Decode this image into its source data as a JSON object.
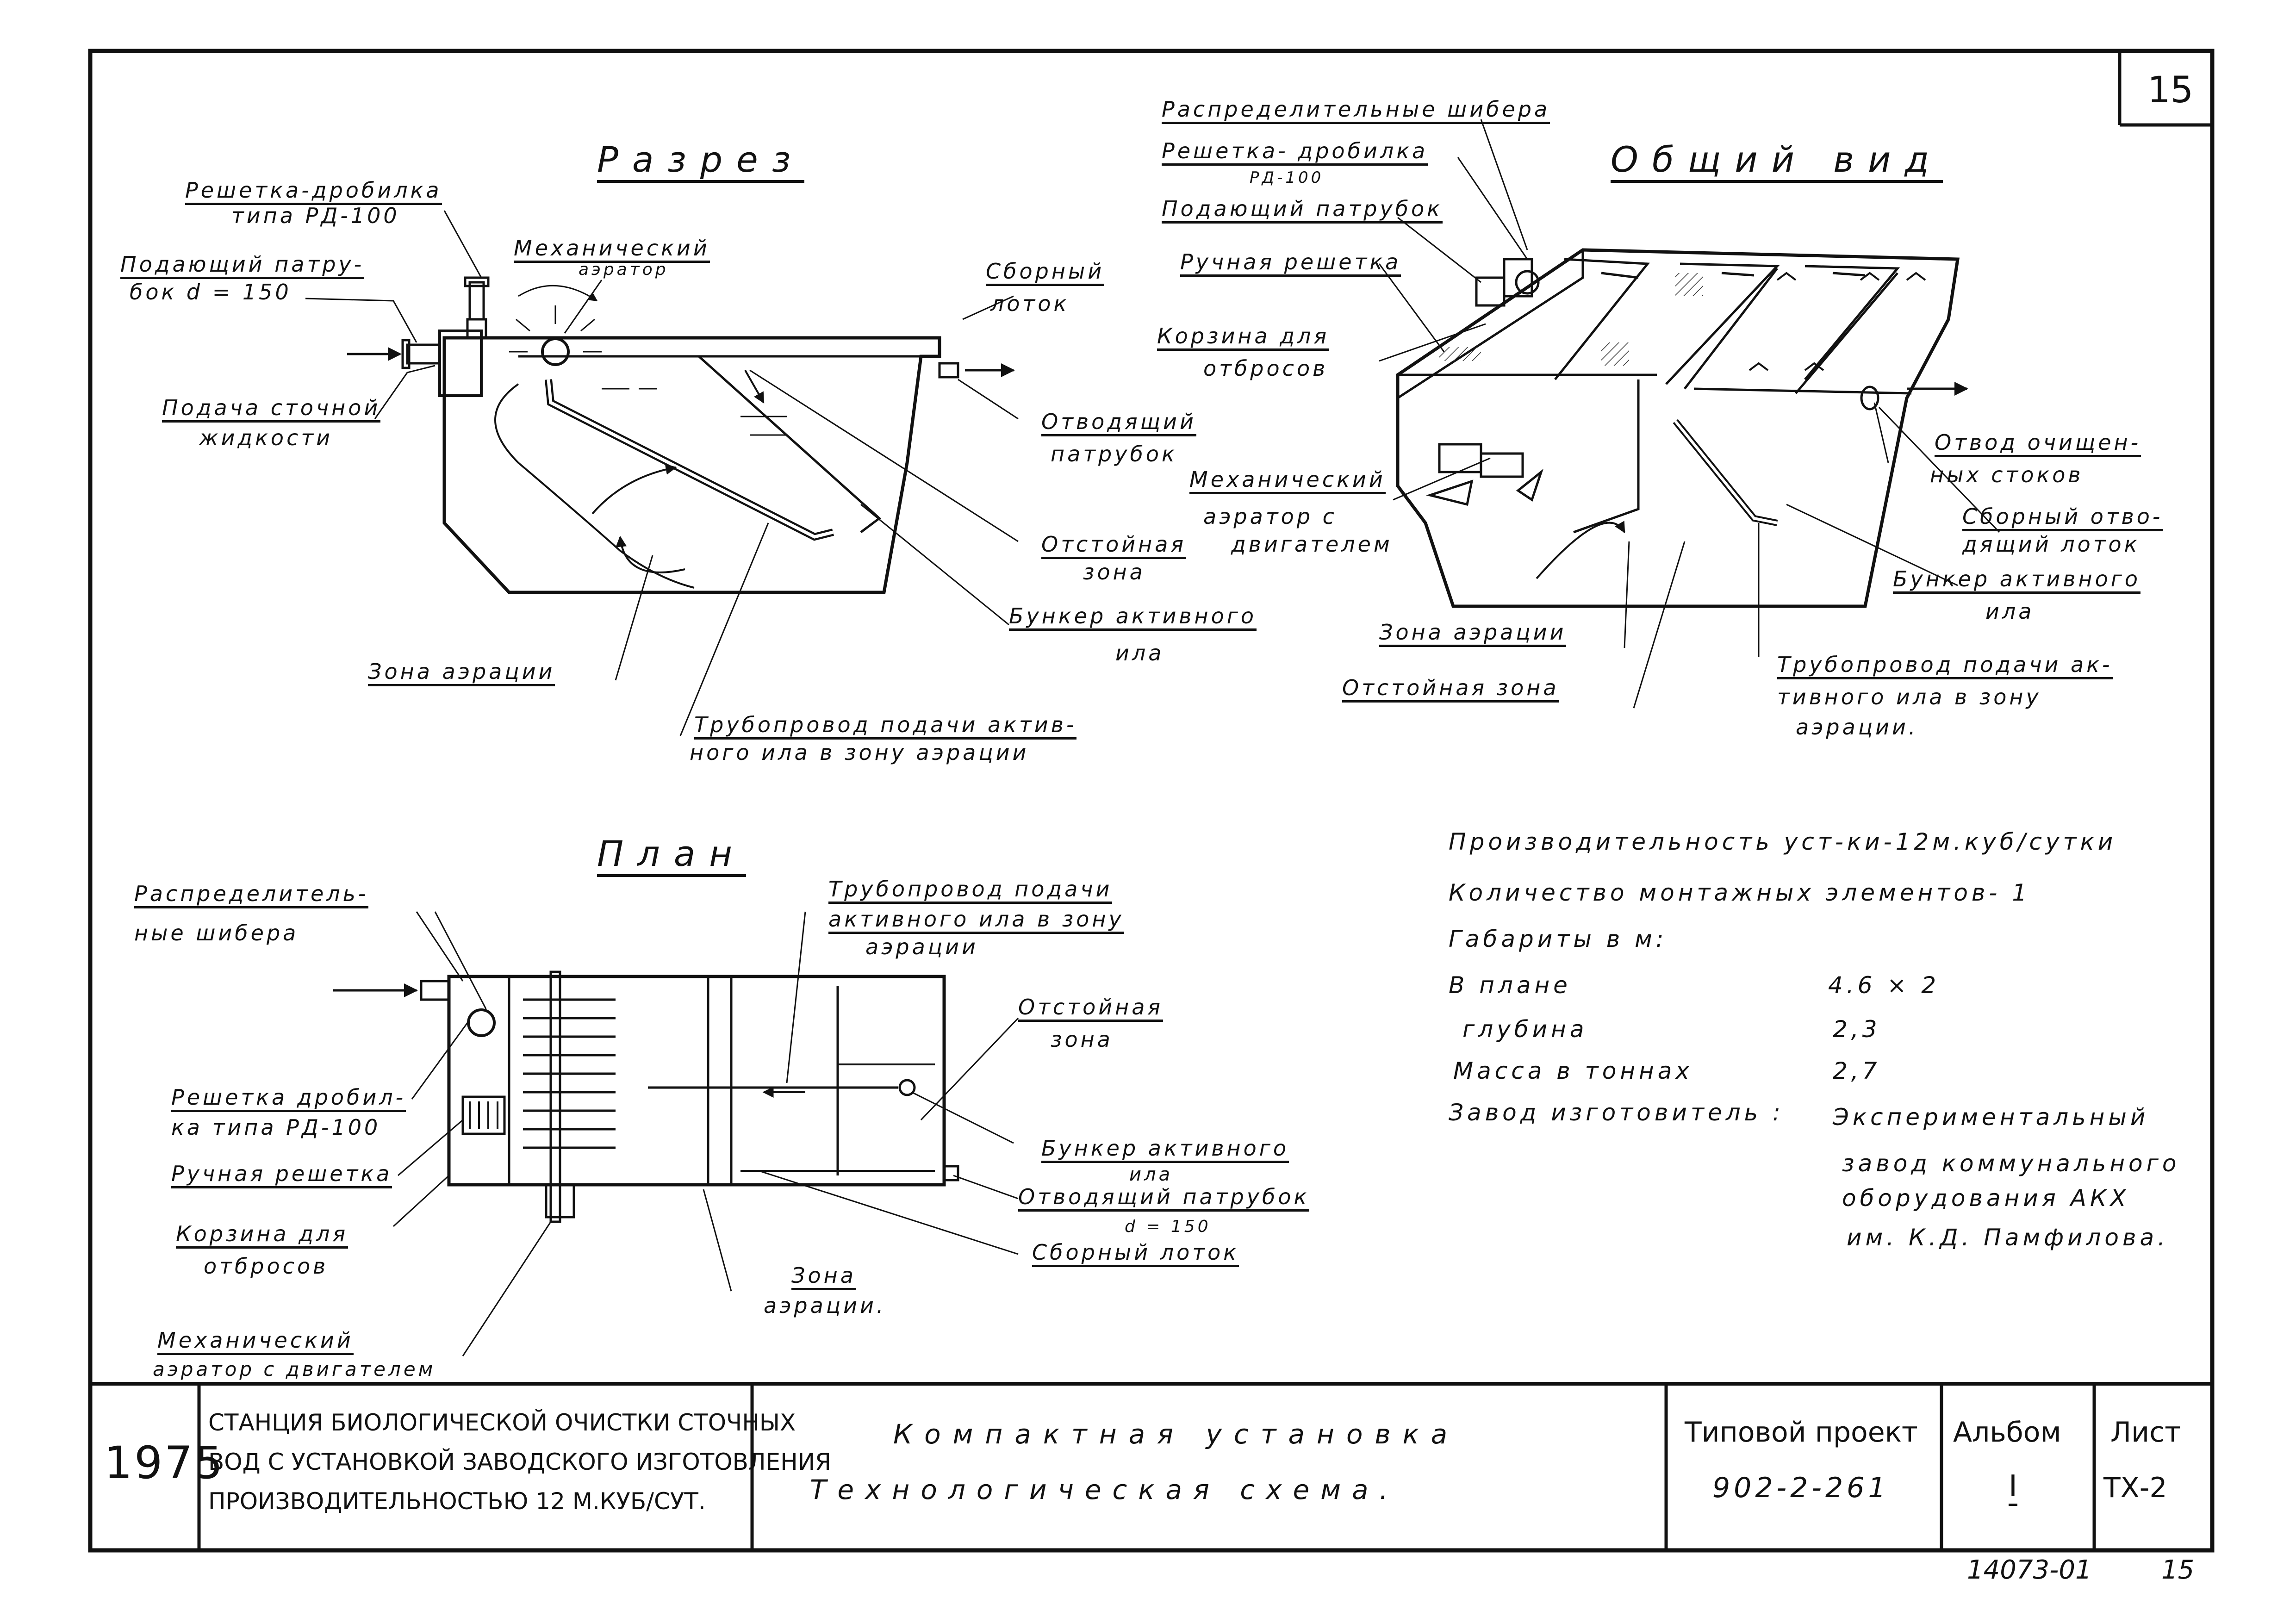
{
  "sheet_number": "15",
  "section_titles": {
    "section": "Разрез",
    "general_view": "Общий вид",
    "plan": "План"
  },
  "section_labels": {
    "grate_line1": "Решетка-дробилка",
    "grate_line2": "типа РД-100",
    "inlet_pipe_line1": "Подающий патру-",
    "inlet_pipe_line2": "бок d = 150",
    "aerator_line1": "Механический",
    "aerator_line2": "аэратор",
    "collector_line1": "Сборный",
    "collector_line2": "лоток",
    "wastewater_line1": "Подача сточной",
    "wastewater_line2": "жидкости",
    "outlet_pipe_line1": "Отводящий",
    "outlet_pipe_line2": "патрубок",
    "settling_zone_line1": "Отстойная",
    "settling_zone_line2": "зона",
    "sludge_hopper_line1": "Бункер активного",
    "sludge_hopper_line2": "ила",
    "aeration_zone": "Зона аэрации",
    "pipeline_line1": "Трубопровод подачи актив-",
    "pipeline_line2": "ного ила в зону аэрации"
  },
  "general_labels": {
    "shutters": "Распределительные шибера",
    "grate_line1": "Решетка- дробилка",
    "grate_line2": "РД-100",
    "inlet_pipe": "Подающий патрубок",
    "manual_grate": "Ручная решетка",
    "basket_line1": "Корзина для",
    "basket_line2": "отбросов",
    "aerator_line1": "Механический",
    "aerator_line2": "аэратор с",
    "aerator_line3": "двигателем",
    "treated_line1": "Отвод очищен-",
    "treated_line2": "ных стоков",
    "collector_line1": "Сборный отво-",
    "collector_line2": "дящий лоток",
    "hopper_line1": "Бункер активного",
    "hopper_line2": "ила",
    "pipeline_line1": "Трубопровод подачи ак-",
    "pipeline_line2": "тивного ила в зону",
    "pipeline_line3": "аэрации.",
    "aeration_zone": "Зона аэрации",
    "settling_zone": "Отстойная зона"
  },
  "plan_labels": {
    "shutters_line1": "Распределитель-",
    "shutters_line2": "ные шибера",
    "pipeline_line1": "Трубопровод подачи",
    "pipeline_line2": "активного ила в зону",
    "pipeline_line3": "аэрации",
    "settling_line1": "Отстойная",
    "settling_line2": "зона",
    "grate_line1": "Решетка дробил-",
    "grate_line2": "ка типа РД-100",
    "manual_grate": "Ручная решетка",
    "hopper_line1": "Бункер активного",
    "hopper_line2": "ила",
    "outlet_line1": "Отводящий патрубок",
    "outlet_line2": "d = 150",
    "basket_line1": "Корзина для",
    "basket_line2": "отбросов",
    "collector": "Сборный лоток",
    "aeration_line1": "Зона",
    "aeration_line2": "аэрации.",
    "aerator_line1": "Механический",
    "aerator_line2": "аэратор с двигателем"
  },
  "specs": {
    "capacity": "Производительность уст-ки-12м.куб/сутки",
    "elements": "Количество монтажных элементов- 1",
    "dimensions_header": "Габариты в м:",
    "plan_label": "В плане",
    "plan_value": "4.6 × 2",
    "depth_label": "глубина",
    "depth_value": "2,3",
    "mass_label": "Масса в тоннах",
    "mass_value": "2,7",
    "manufacturer_label": "Завод изготовитель :",
    "manufacturer_line1": "Экспериментальный",
    "manufacturer_line2": "завод коммунального",
    "manufacturer_line3": "оборудования АКХ",
    "manufacturer_line4": "им. К.Д. Памфилова."
  },
  "title_block": {
    "year": "1975",
    "desc_line1": "СТАНЦИЯ БИОЛОГИЧЕСКОЙ ОЧИСТКИ СТОЧНЫХ",
    "desc_line2": "ВОД С УСТАНОВКОЙ ЗАВОДСКОГО ИЗГОТОВЛЕНИЯ",
    "desc_line3": "ПРОИЗВОДИТЕЛЬНОСТЬЮ 12 М.КУБ/СУТ.",
    "title_line1": "Компактная установка",
    "title_line2": "Технологическая схема.",
    "project_label": "Типовой проект",
    "project_number": "902-2-261",
    "album_label": "Альбом",
    "album_value": "I",
    "sheet_label": "Лист",
    "sheet_value": "ТХ-2"
  },
  "footer": {
    "inventory": "14073-01",
    "page": "15"
  }
}
